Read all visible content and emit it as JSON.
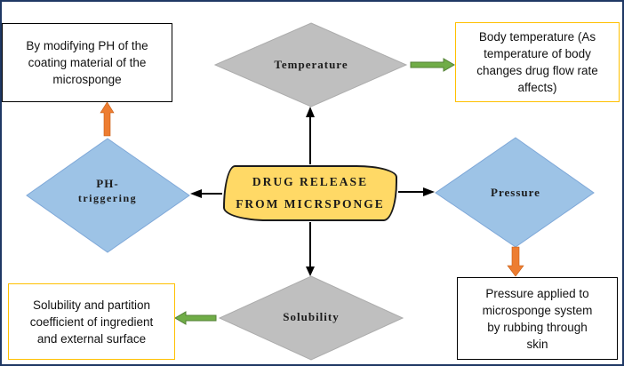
{
  "canvas": {
    "border_color": "#1F3864",
    "background": "#FFFFFF"
  },
  "center": {
    "line1": "DRUG RELEASE",
    "line2": "FROM MICRSPONGE",
    "fill": "#FFD966"
  },
  "nodes": {
    "temperature": {
      "label": "Temperature",
      "fill": "#BFBFBF",
      "stroke": "#ACACAC"
    },
    "pressure": {
      "label": "Pressure",
      "fill": "#9DC3E6",
      "stroke": "#7FA8D8"
    },
    "solubility": {
      "label": "Solubility",
      "fill": "#BFBFBF",
      "stroke": "#ACACAC"
    },
    "ph_triggering": {
      "label_line1": "PH-",
      "label_line2": "triggering",
      "fill": "#9DC3E6",
      "stroke": "#7FA8D8"
    }
  },
  "notes": {
    "top_left": {
      "lines": [
        "By modifying PH of the",
        "coating material of the",
        "microsponge"
      ],
      "border_color": "#000000"
    },
    "top_right": {
      "lines": [
        "Body temperature (As",
        "temperature of body",
        "changes drug flow rate",
        "affects)"
      ],
      "border_color": "#FFC000"
    },
    "bottom_left": {
      "lines": [
        "Solubility and partition",
        "coefficient of ingredient",
        "and external surface"
      ],
      "border_color": "#FFC000"
    },
    "bottom_right": {
      "lines": [
        "Pressure applied to",
        "microsponge system",
        "by rubbing through",
        "skin"
      ],
      "border_color": "#000000"
    }
  },
  "arrows": {
    "orange_fill": "#ED7D31",
    "green_fill": "#70AD47",
    "green_stroke": "#538135",
    "black": "#000000"
  }
}
